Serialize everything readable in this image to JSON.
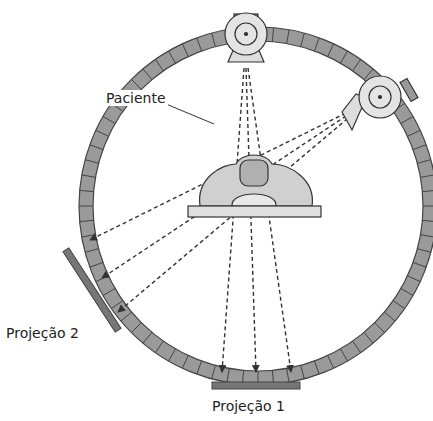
{
  "diagram": {
    "labels": [
      "Paciente",
      "Projeção 2",
      "Projeção 1"
    ]
  }
}
